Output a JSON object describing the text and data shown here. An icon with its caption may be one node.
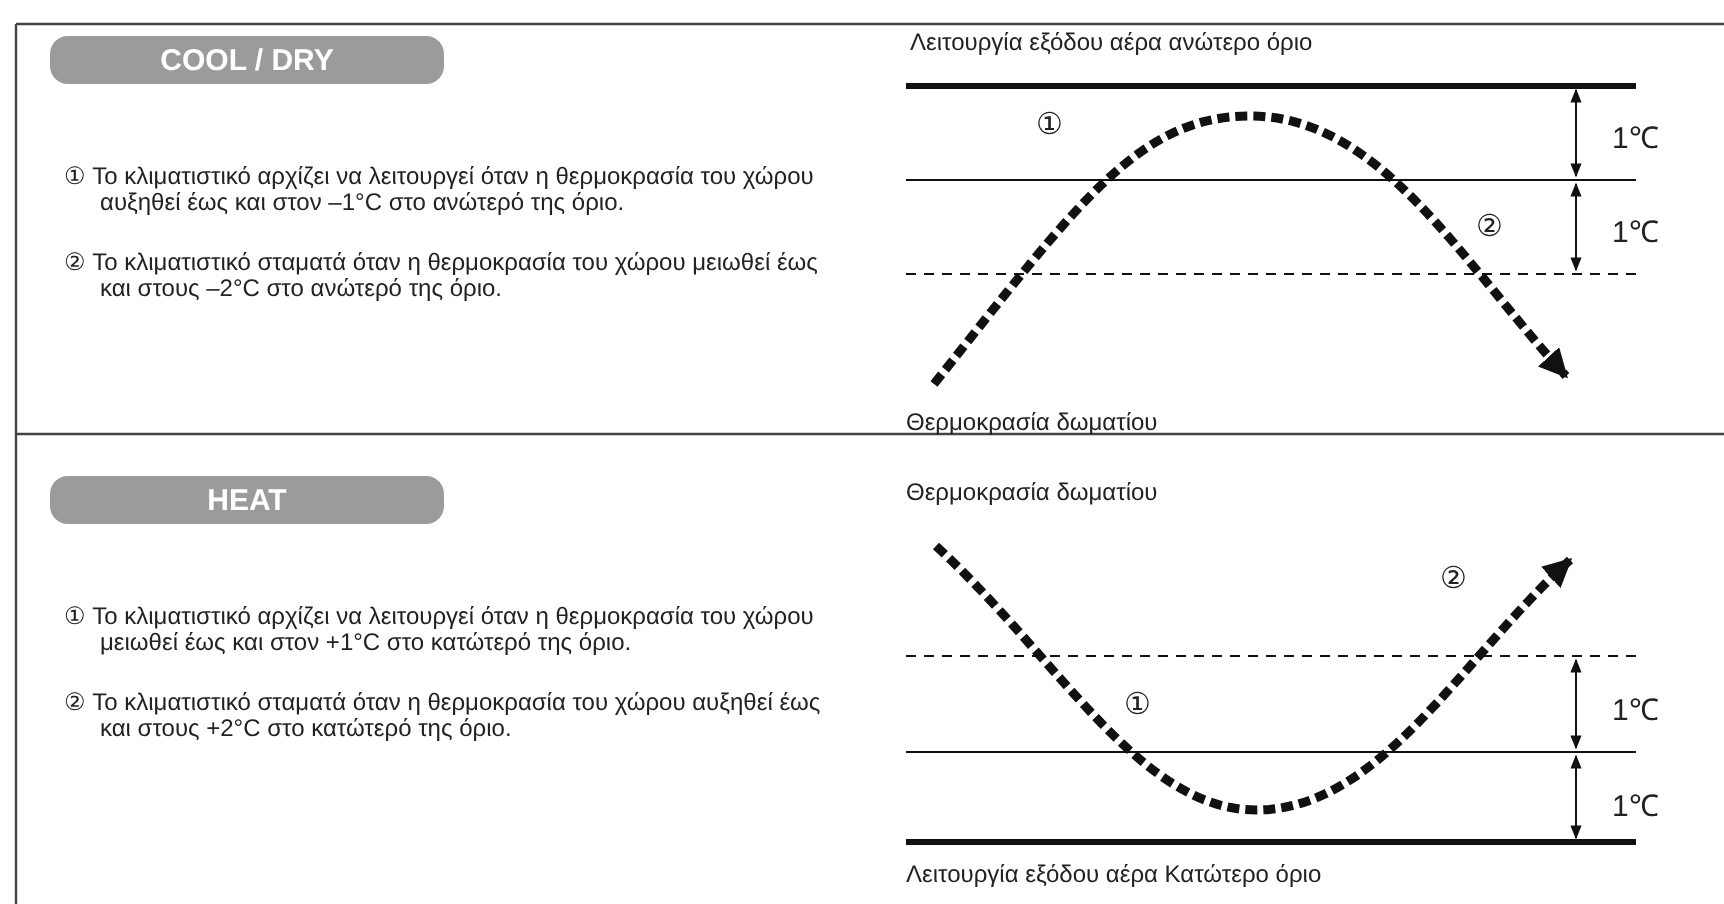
{
  "diagram": {
    "nodes": [
      {
        "text": [
          "COOL / DRY"
        ]
      },
      {
        "text": [
          "HEAT"
        ]
      }
    ],
    "labels": [
      "Λειτουργία εξόδου αέρα ανώτερο όριο",
      "① Το κλιματιστικό αρχίζει να λειτουργεί όταν η θερμοκρασία του χώρου αυξηθεί έως και στον –1°C στο ανώτερό της όριο.",
      "①",
      "1℃",
      "② Το κλιματιστικό σταματά όταν η θερμοκρασία του χώρου μειωθεί έως και στους –2°C στο ανώτερό της όριο.",
      "②",
      "1℃",
      "Θερμοκρασία δωματίου",
      "Θερμοκρασία δωματίου",
      "① Το κλιματιστικό αρχίζει να λειτουργεί όταν η θερμοκρασία του χώρου μειωθεί έως και στον +1°C στο κατώτερό της όριο.",
      "②",
      "② Το κλιματιστικό σταματά όταν η θερμοκρασία του χώρου αυξηθεί έως και στους +2°C στο κατώτερό της όριο.",
      "①",
      "1℃",
      "1℃",
      "Λειτουργία εξόδου αέρα Κατώτερο όριο"
    ]
  }
}
